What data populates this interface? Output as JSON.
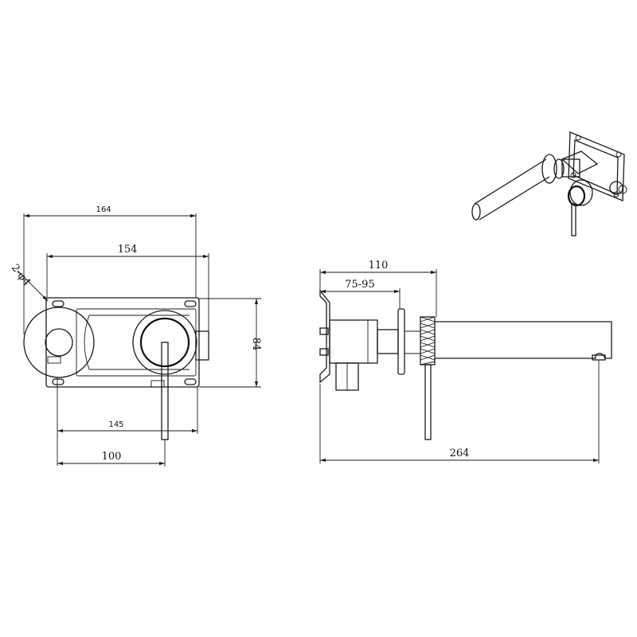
{
  "dimensions": {
    "front_width_outer": "164",
    "front_width_inner": "154",
    "hole_spec": "2-φ4",
    "front_height": "84",
    "lever_spacing": "145",
    "lever_offset": "100",
    "wall_depth_max": "110",
    "wall_depth_range": "75-95",
    "spout_reach": "264"
  },
  "colors": {
    "line": "#1a1a1a",
    "background": "#ffffff"
  }
}
